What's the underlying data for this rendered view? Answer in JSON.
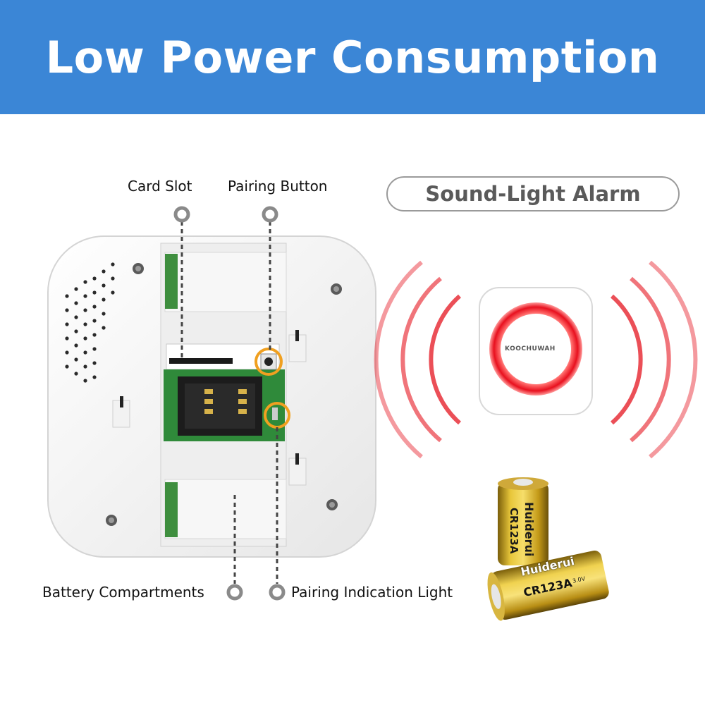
{
  "banner": {
    "title": "Low Power Consumption",
    "color": "#3b86d6"
  },
  "callouts": {
    "card_slot": "Card Slot",
    "pairing_button": "Pairing Button",
    "battery_compartments": "Battery Compartments",
    "pairing_indication_light": "Pairing Indication Light"
  },
  "alarm": {
    "badge": "Sound-Light Alarm",
    "device_brand": "KOOCHUWAH",
    "ring_color": "#e8303a"
  },
  "batteries": {
    "brand": "Huiderui",
    "model": "CR123A",
    "voltage": "3.0V",
    "color": "#d9b52a"
  },
  "highlight_color": "#f0a020"
}
